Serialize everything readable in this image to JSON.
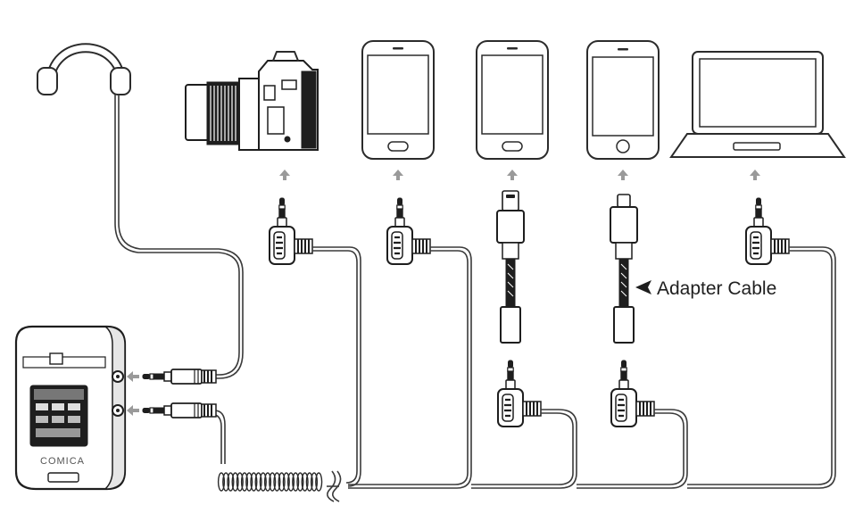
{
  "diagram": {
    "callout_label": "Adapter Cable",
    "brand_text": "COMICA",
    "devices": [
      {
        "id": "headphones",
        "icon": "headphones-icon"
      },
      {
        "id": "camera",
        "icon": "camera-icon"
      },
      {
        "id": "smartphone-android-1",
        "icon": "smartphone-icon"
      },
      {
        "id": "smartphone-android-2",
        "icon": "smartphone-icon"
      },
      {
        "id": "smartphone-iphone",
        "icon": "iphone-icon"
      },
      {
        "id": "laptop",
        "icon": "laptop-icon"
      }
    ],
    "connectors": [
      {
        "id": "trs-3.5mm-right-angle",
        "icon": "trs-plug-icon"
      },
      {
        "id": "usb-c-adapter",
        "icon": "usb-c-plug-icon"
      },
      {
        "id": "lightning-adapter",
        "icon": "lightning-plug-icon"
      }
    ],
    "receiver": {
      "icon": "wireless-receiver-icon"
    },
    "colors": {
      "line": "#2b2b2b",
      "arrow": "#9a9a9a"
    }
  }
}
